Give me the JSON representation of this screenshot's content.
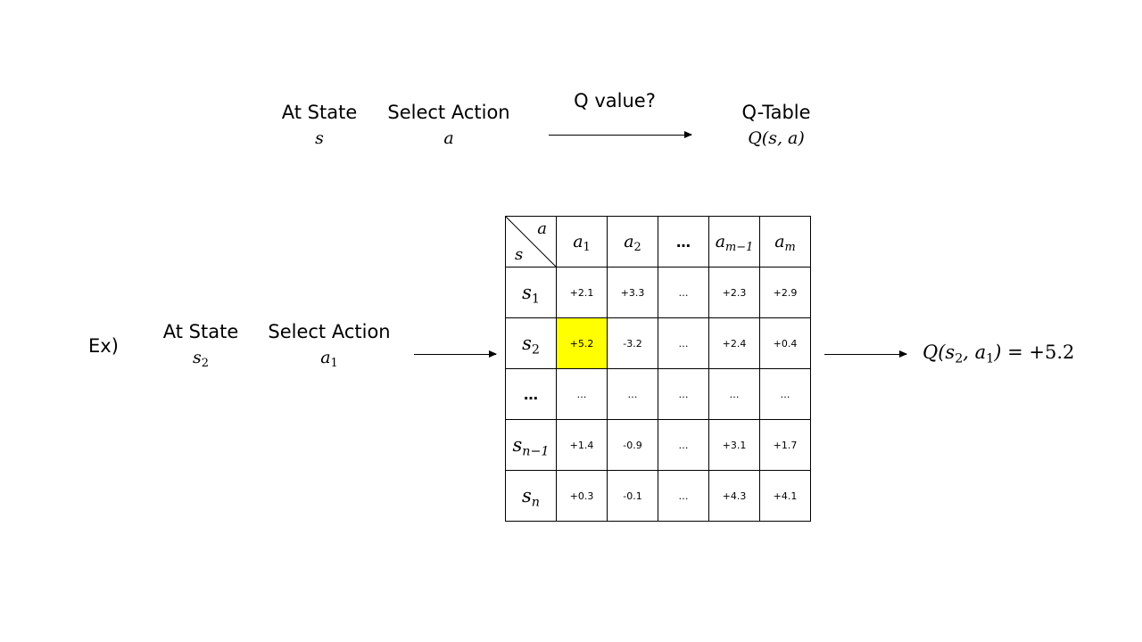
{
  "top": {
    "at_state_label": "At State",
    "state_symbol": "s",
    "select_action_label": "Select Action",
    "action_symbol": "a",
    "arrow_caption": "Q value?",
    "qtable_label": "Q-Table",
    "qtable_expr": "Q(s, a)"
  },
  "example": {
    "prefix": "Ex)",
    "at_state_label": "At State",
    "state_symbol": "s",
    "state_sub": "2",
    "select_action_label": "Select Action",
    "action_symbol": "a",
    "action_sub": "1",
    "result_q": "Q",
    "result_state": "s",
    "result_state_sub": "2",
    "result_action": "a",
    "result_action_sub": "1",
    "result_eq": "= +5.2"
  },
  "table": {
    "corner_action": "a",
    "corner_state": "s",
    "columns": [
      {
        "base": "a",
        "sub": "1"
      },
      {
        "base": "a",
        "sub": "2"
      },
      {
        "base": "…",
        "sub": ""
      },
      {
        "base": "a",
        "sub": "m−1"
      },
      {
        "base": "a",
        "sub": "m"
      }
    ],
    "rows": [
      {
        "base": "s",
        "sub": "1",
        "cells": [
          "+2.1",
          "+3.3",
          "…",
          "+2.3",
          "+2.9"
        ]
      },
      {
        "base": "s",
        "sub": "2",
        "cells": [
          "+5.2",
          "-3.2",
          "…",
          "+2.4",
          "+0.4"
        ]
      },
      {
        "base": "…",
        "sub": "",
        "cells": [
          "…",
          "…",
          "…",
          "…",
          "…"
        ]
      },
      {
        "base": "s",
        "sub": "n−1",
        "cells": [
          "+1.4",
          "-0.9",
          "…",
          "+3.1",
          "+1.7"
        ]
      },
      {
        "base": "s",
        "sub": "n",
        "cells": [
          "+0.3",
          "-0.1",
          "…",
          "+4.3",
          "+4.1"
        ]
      }
    ],
    "highlight_color": "#ffff00",
    "highlight_cell": {
      "row": 1,
      "col": 0
    }
  }
}
